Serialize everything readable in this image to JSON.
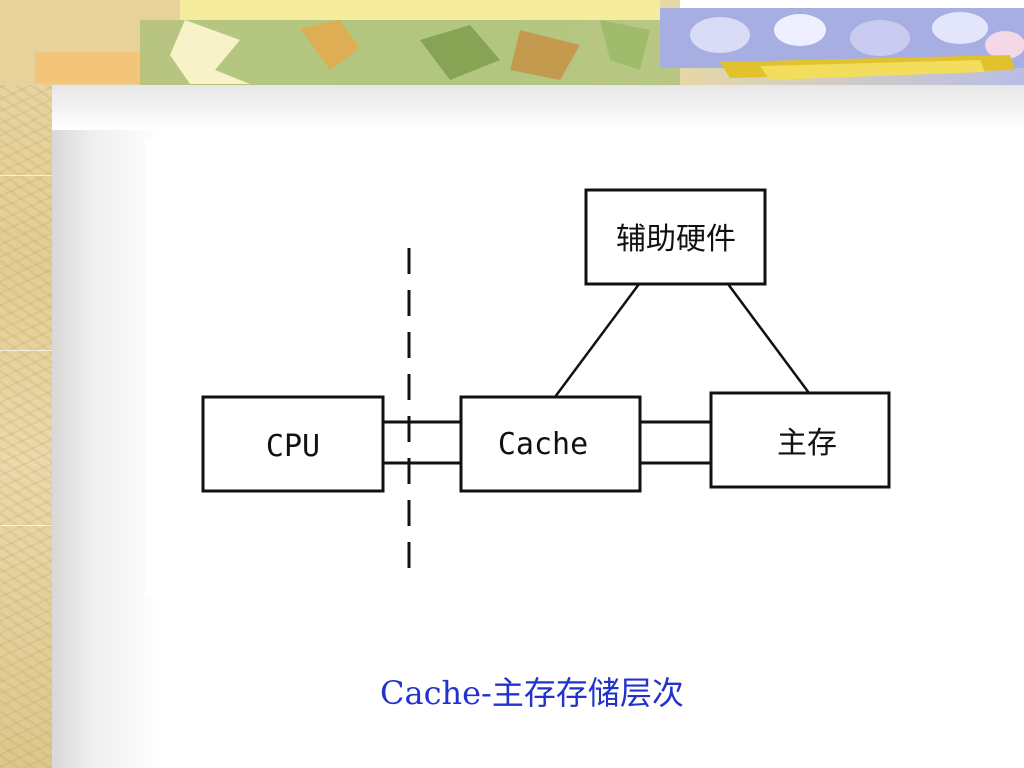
{
  "diagram": {
    "nodes": {
      "cpu": "CPU",
      "cache": "Cache",
      "main_memory": "主存",
      "aux_hardware": "辅助硬件"
    }
  },
  "caption": "Cache-主存存储层次",
  "colors": {
    "caption": "#2233cc",
    "line": "#111111",
    "strip": "#e6d29c"
  }
}
